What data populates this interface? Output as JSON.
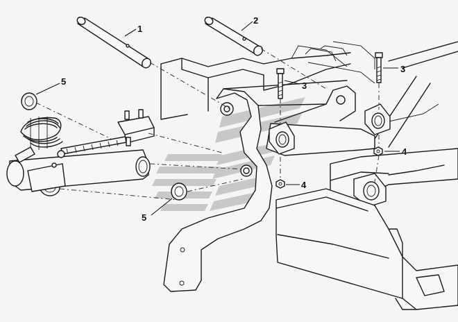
{
  "diagram": {
    "callouts": [
      {
        "number": "1",
        "part": "pin-left"
      },
      {
        "number": "2",
        "part": "pin-right"
      },
      {
        "number": "3",
        "part": "bolt-center"
      },
      {
        "number": "3",
        "part": "bolt-right"
      },
      {
        "number": "4",
        "part": "nut-center"
      },
      {
        "number": "4",
        "part": "nut-right"
      },
      {
        "number": "5",
        "part": "bushing-upper"
      },
      {
        "number": "5",
        "part": "bushing-lower"
      }
    ]
  }
}
